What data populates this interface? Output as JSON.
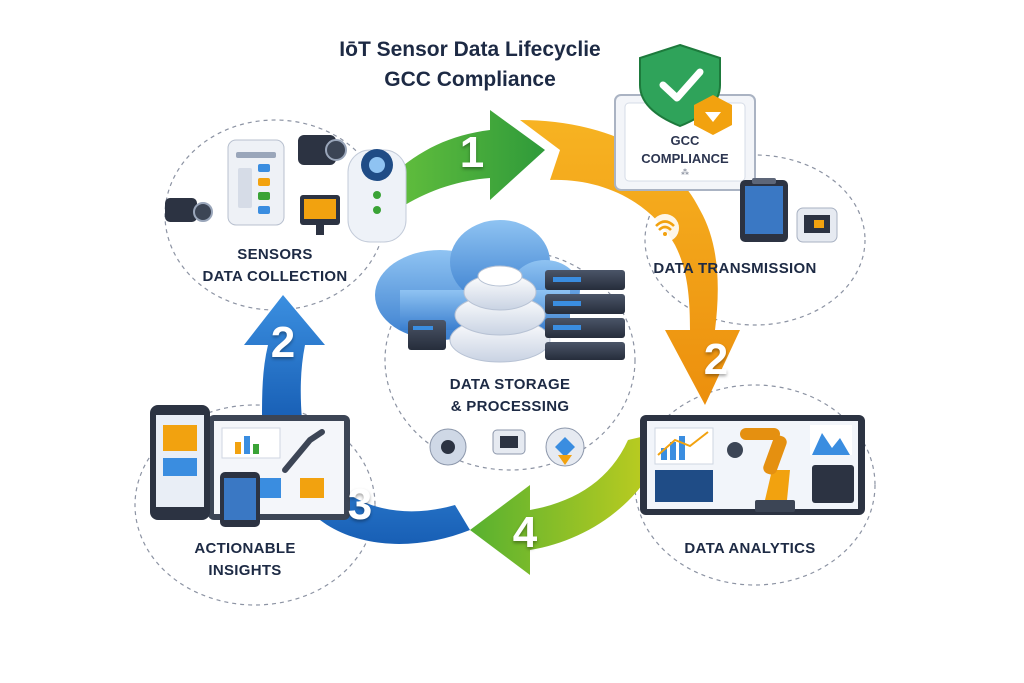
{
  "title": {
    "line1": "IōT Sensor Data Lifecyclie",
    "line2": "GCC Compliance"
  },
  "compliance_panel": {
    "line1": "GCC",
    "line2": "COMPLIANCE",
    "small_mark": "⁂"
  },
  "stages": [
    {
      "id": "sensors",
      "line1": "SENSORS",
      "line2": "DATA COLLECTION"
    },
    {
      "id": "transmission",
      "line1": "DATA TRANSMISSION",
      "line2": ""
    },
    {
      "id": "storage",
      "line1": "DATA STORAGE",
      "line2": "& PROCESSING"
    },
    {
      "id": "analytics",
      "line1": "DATA ANALYTICS",
      "line2": ""
    },
    {
      "id": "insights",
      "line1": "ACTIONABLE",
      "line2": "INSIGHTS"
    }
  ],
  "arrow_numbers": {
    "green_top": "1",
    "orange_right": "2",
    "green_bottom": "4",
    "blue_bottom": "3",
    "blue_left": "2"
  },
  "colors": {
    "green": "#3aa336",
    "orange": "#f2a20f",
    "blue": "#1f6fc4",
    "navy": "#1d2a44"
  },
  "icons": [
    "shield-check-icon",
    "wifi-icon",
    "cloud-icon",
    "server-icon",
    "camera-icon",
    "robot-arm-icon",
    "tablet-icon",
    "smartphone-icon"
  ]
}
